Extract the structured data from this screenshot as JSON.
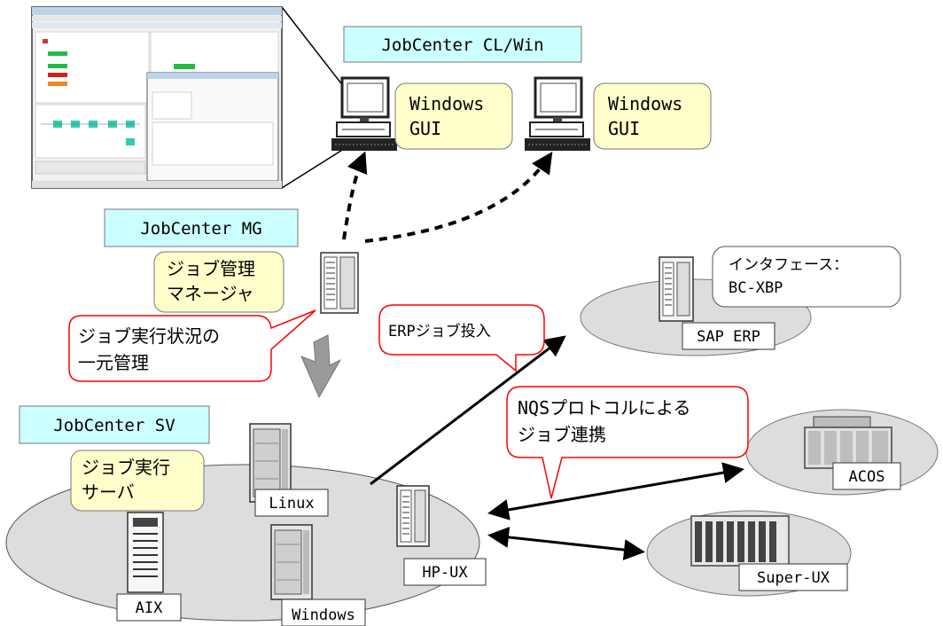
{
  "client": {
    "header": "JobCenter CL/Win",
    "gui_left": [
      "Windows",
      "GUI"
    ],
    "gui_right": [
      "Windows",
      "GUI"
    ]
  },
  "manager": {
    "header": "JobCenter MG",
    "role": [
      "ジョブ管理",
      "マネージャ"
    ],
    "callout": [
      "ジョブ実行状況の",
      "一元管理"
    ]
  },
  "server": {
    "header": "JobCenter SV",
    "role": [
      "ジョブ実行",
      "サーバ"
    ],
    "hosts": [
      "Linux",
      "AIX",
      "Windows",
      "HP-UX"
    ]
  },
  "erp": {
    "interface": [
      "インタフェース：",
      "BC-XBP"
    ],
    "label": "SAP ERP",
    "callout": "ERPジョブ投入"
  },
  "nqs": {
    "callout": [
      "NQSプロトコルによる",
      "ジョブ連携"
    ],
    "targets": [
      "ACOS",
      "Super-UX"
    ]
  },
  "colors": {
    "header_fill": "#ccffff",
    "role_fill": "#ffffcc",
    "callout_border": "#ff0000",
    "ellipse_fill": "#dddddd"
  }
}
